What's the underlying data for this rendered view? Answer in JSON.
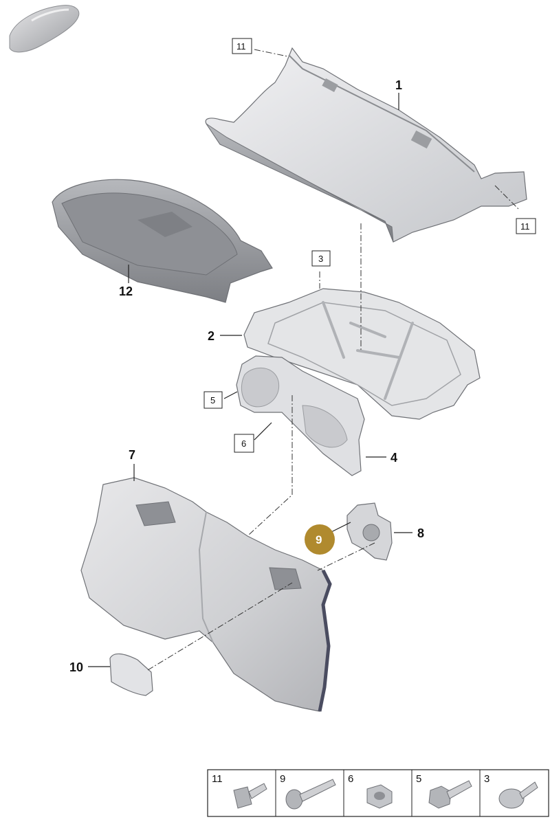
{
  "callouts": {
    "c1": "1",
    "c2": "2",
    "c3": "3",
    "c4": "4",
    "c5": "5",
    "c6": "6",
    "c7": "7",
    "c8": "8",
    "c9": "9",
    "c10": "10",
    "c11_top": "11",
    "c11_right": "11",
    "c12": "12"
  },
  "hardware_table": {
    "items": [
      {
        "label": "11",
        "icon": "bolt-stepped-icon"
      },
      {
        "label": "9",
        "icon": "long-bolt-icon"
      },
      {
        "label": "6",
        "icon": "hex-nut-icon"
      },
      {
        "label": "5",
        "icon": "flange-bolt-icon"
      },
      {
        "label": "3",
        "icon": "pan-head-screw-icon"
      }
    ]
  },
  "colors": {
    "badge": "#b08a2e",
    "part_fill": "#dcdde0",
    "part_dark": "#a9abb0",
    "line": "#222222"
  }
}
